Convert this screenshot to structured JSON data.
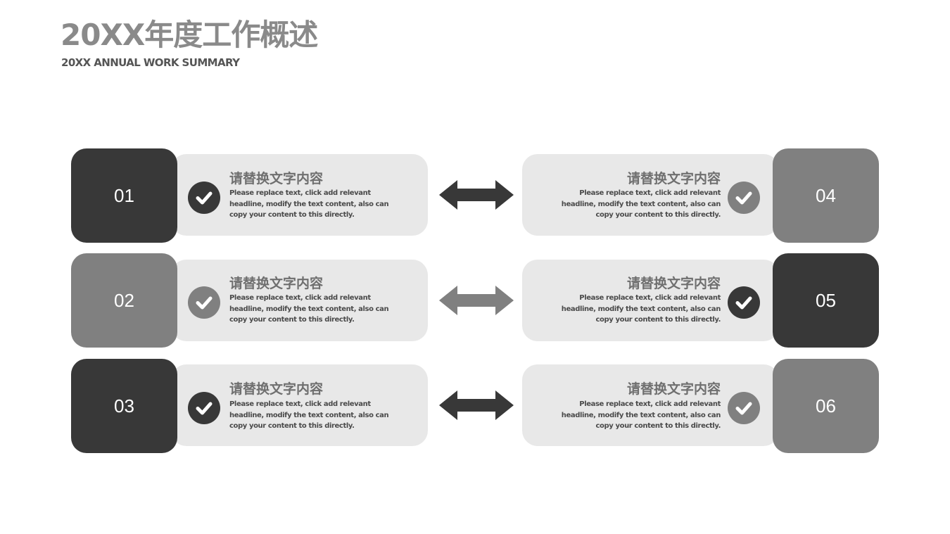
{
  "header": {
    "title": "20XX年度工作概述",
    "subtitle": "20XX ANNUAL WORK SUMMARY"
  },
  "colors": {
    "dark": "#383838",
    "gray": "#808080",
    "card": "#e8e8e8"
  },
  "items": [
    {
      "number": "01",
      "heading": "请替换文字内容",
      "body": "Please replace text, click add relevant headline, modify the text content, also can copy your content to this directly.",
      "tone": "dark"
    },
    {
      "number": "02",
      "heading": "请替换文字内容",
      "body": "Please replace text, click add relevant headline, modify the text content, also can copy your content to this directly.",
      "tone": "gray"
    },
    {
      "number": "03",
      "heading": "请替换文字内容",
      "body": "Please replace text, click add relevant headline, modify the text content, also can copy your content to this directly.",
      "tone": "dark"
    },
    {
      "number": "04",
      "heading": "请替换文字内容",
      "body": "Please replace text, click add relevant headline, modify the text content, also can copy your content to this directly.",
      "tone": "gray"
    },
    {
      "number": "05",
      "heading": "请替换文字内容",
      "body": "Please replace text, click add relevant headline, modify the text content, also can copy your content to this directly.",
      "tone": "dark"
    },
    {
      "number": "06",
      "heading": "请替换文字内容",
      "body": "Please replace text, click add relevant headline, modify the text content, also can copy your content to this directly.",
      "tone": "gray"
    }
  ],
  "arrows": [
    {
      "icon": "double-arrow-icon",
      "tone": "dark"
    },
    {
      "icon": "double-arrow-icon",
      "tone": "gray"
    },
    {
      "icon": "double-arrow-icon",
      "tone": "dark"
    }
  ]
}
